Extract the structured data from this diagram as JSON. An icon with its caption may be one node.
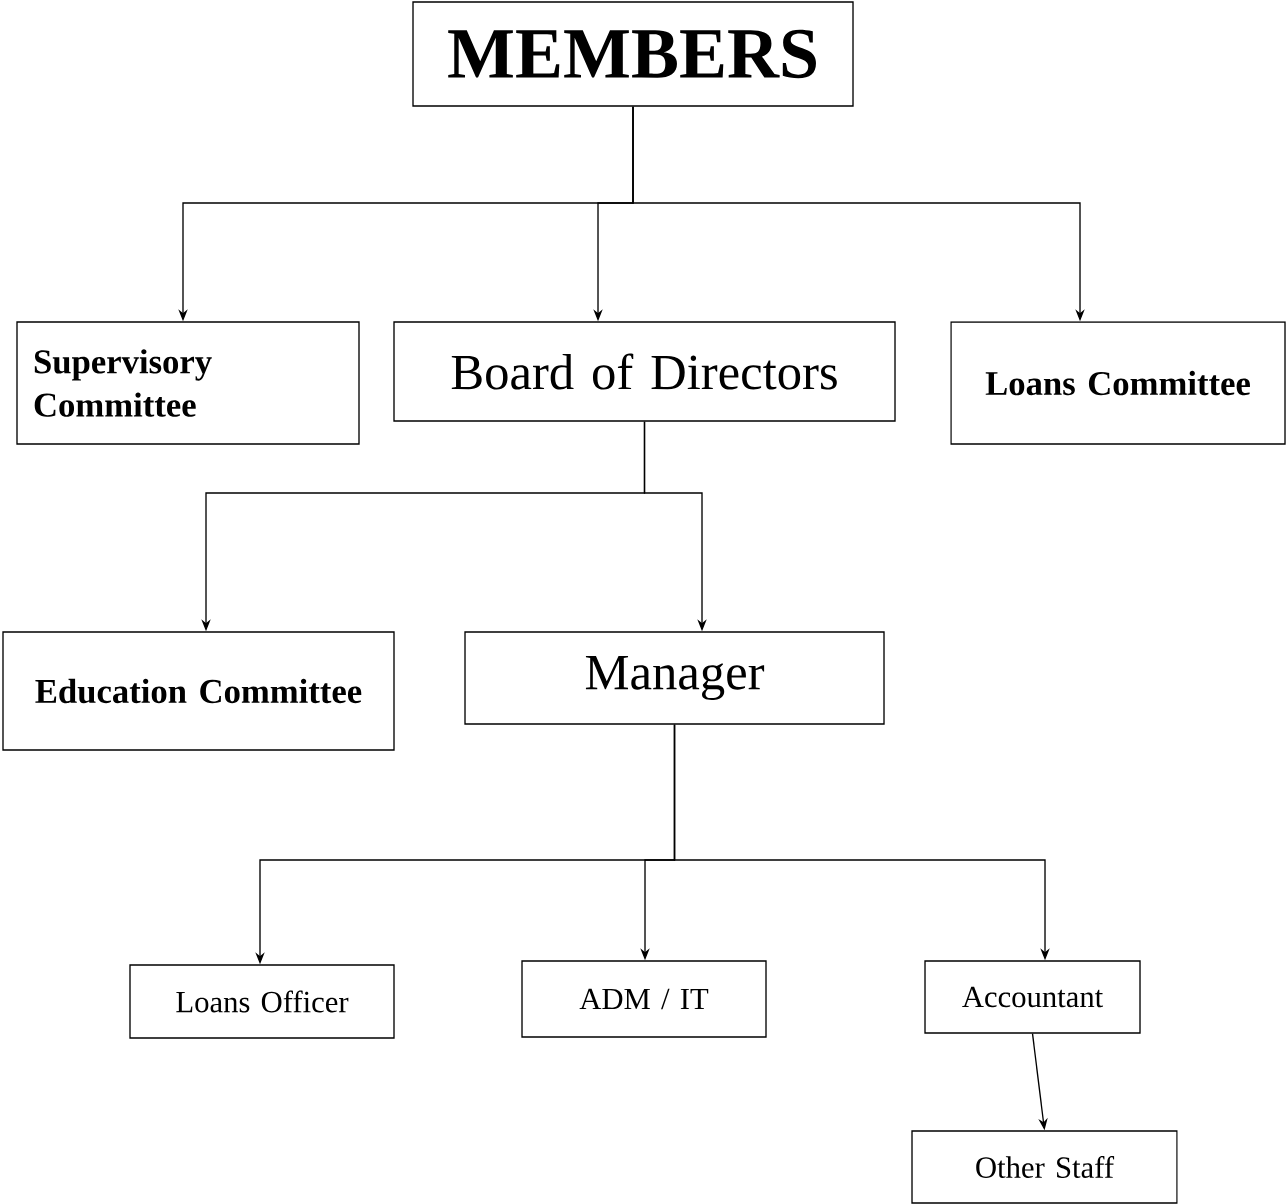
{
  "diagram": {
    "nodes": [
      {
        "text": [
          "MEMBERS"
        ]
      },
      {
        "text": [
          "Supervisory Committee"
        ]
      },
      {
        "text": [
          "Board of Directors"
        ]
      },
      {
        "text": [
          "Loans Committee"
        ]
      },
      {
        "text": [
          "Education Committee"
        ]
      },
      {
        "text": [
          "Manager"
        ]
      },
      {
        "text": [
          "Loans Officer"
        ]
      },
      {
        "text": [
          "ADM / IT"
        ]
      },
      {
        "text": [
          "Accountant"
        ]
      },
      {
        "text": [
          "Other Staff"
        ]
      }
    ],
    "edges": [
      {
        "from": 0,
        "to": 1,
        "arrow": "to"
      },
      {
        "from": 0,
        "to": 2,
        "arrow": "to"
      },
      {
        "from": 0,
        "to": 3,
        "arrow": "to"
      },
      {
        "from": 2,
        "to": 4,
        "arrow": "to"
      },
      {
        "from": 2,
        "to": 5,
        "arrow": "to"
      },
      {
        "from": 5,
        "to": 6,
        "arrow": "to"
      },
      {
        "from": 5,
        "to": 7,
        "arrow": "to"
      },
      {
        "from": 5,
        "to": 8,
        "arrow": "to"
      },
      {
        "from": 8,
        "to": 9,
        "arrow": "to"
      }
    ]
  }
}
